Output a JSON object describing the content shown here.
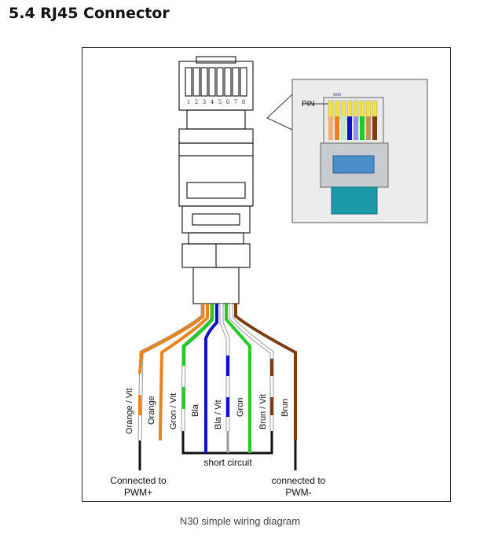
{
  "section": {
    "title": "5.4  RJ45 Connector"
  },
  "diagram": {
    "pin_numbers": [
      "1",
      "2",
      "3",
      "4",
      "5",
      "6",
      "7",
      "8"
    ],
    "inset_pin_label": "PIN",
    "wire_labels": [
      "Orange / Vit",
      "Orange",
      "Gron / Vit",
      "Bla",
      "Bla / Vit",
      "Gron",
      "Brun / Vit",
      "Brun"
    ],
    "short_circuit_label": "short circuit",
    "pwm_plus_line1": "Connected to",
    "pwm_plus_line2": "PWM+",
    "pwm_minus_line1": "connected to",
    "pwm_minus_line2": "PWM-",
    "colors": {
      "orange": "#e8841a",
      "green": "#22cc22",
      "blue": "#1010c8",
      "brown": "#7a3e10",
      "connector_body": "#c8ccd0",
      "inset_blue": "#4a8fc8",
      "inset_teal": "#1a9aa8"
    }
  },
  "caption": "N30 simple wiring diagram"
}
